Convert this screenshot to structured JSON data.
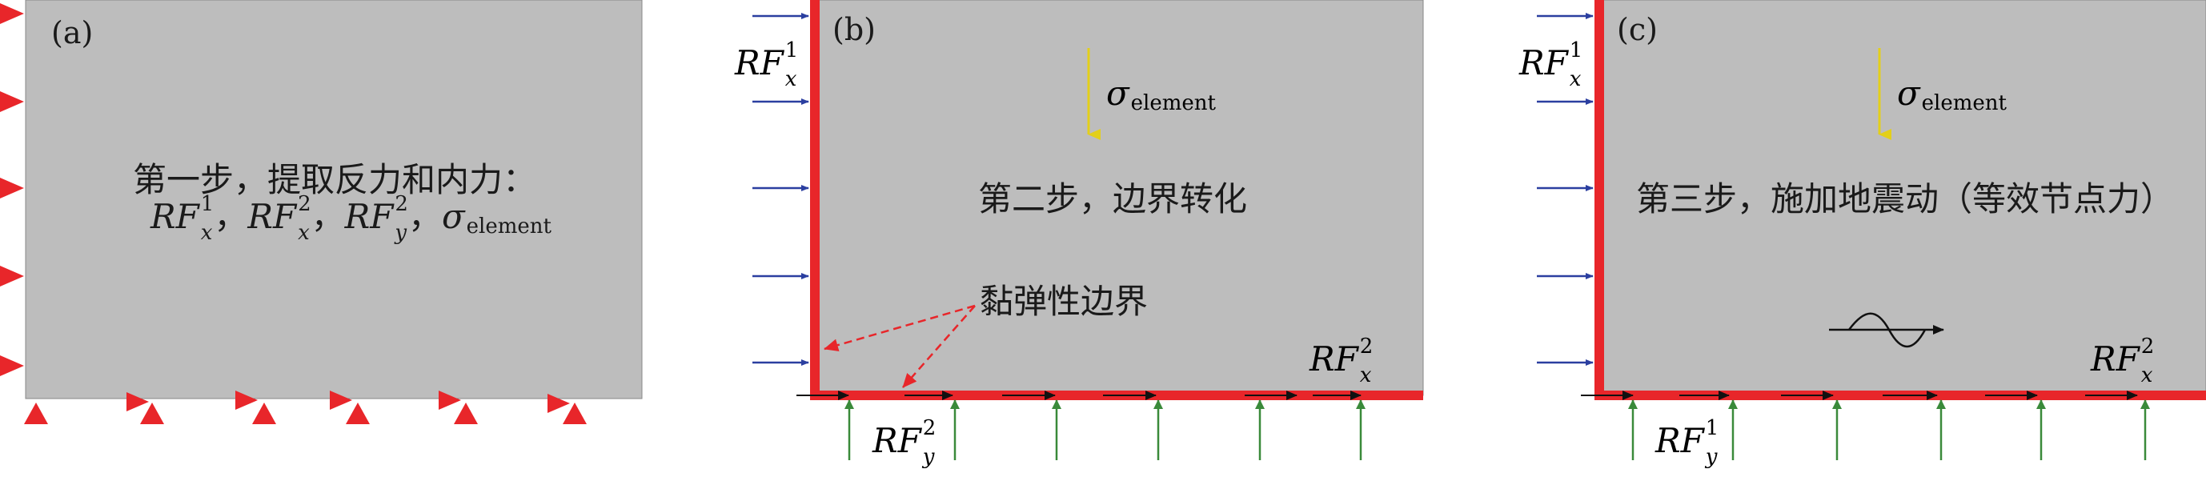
{
  "panels": {
    "a": {
      "label": "(a)",
      "title_line1": "第一步，提取反力和内力：",
      "rf_terms": [
        {
          "main": "RF",
          "sup": "1",
          "sub": "x"
        },
        {
          "main": "RF",
          "sup": "2",
          "sub": "x"
        },
        {
          "main": "RF",
          "sup": "2",
          "sub": "y"
        }
      ],
      "sigma_symbol": "σ",
      "sigma_sub": "element",
      "separator": "，"
    },
    "b": {
      "label": "(b)",
      "title": "第二步，边界转化",
      "boundary_label": "黏弹性边界",
      "sigma_symbol": "σ",
      "sigma_sub": "element",
      "rf_left": {
        "main": "RF",
        "sup": "1",
        "sub": "x"
      },
      "rf_bottom": {
        "main": "RF",
        "sup": "2",
        "sub": "y"
      },
      "rf_right": {
        "main": "RF",
        "sup": "2",
        "sub": "x"
      }
    },
    "c": {
      "label": "(c)",
      "title": "第三步，施加地震动（等效节点力）",
      "sigma_symbol": "σ",
      "sigma_sub": "element",
      "rf_left": {
        "main": "RF",
        "sup": "1",
        "sub": "x"
      },
      "rf_bottom": {
        "main": "RF",
        "sup": "1",
        "sub": "y"
      },
      "rf_right": {
        "main": "RF",
        "sup": "2",
        "sub": "x"
      }
    }
  },
  "colors": {
    "domain_fill": "#bdbdbd",
    "boundary_red": "#e8262a",
    "support_red": "#e8262a",
    "arrow_blue": "#2b3fa0",
    "arrow_green": "#3a8a3a",
    "arrow_black": "#111111",
    "sigma_yellow": "#e3cf1a",
    "dashed_red": "#e8262a"
  },
  "icons": {
    "supports": "triangle-support-icon",
    "wave": "seismic-wave-icon"
  }
}
